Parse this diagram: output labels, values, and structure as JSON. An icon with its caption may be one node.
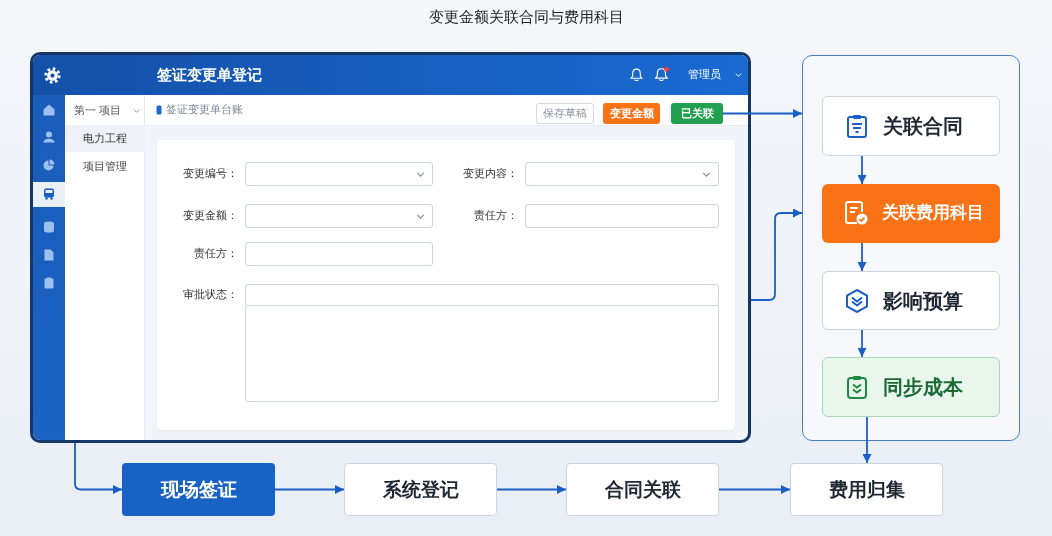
{
  "diagram": {
    "title": "变更金额关联合同与费用科目",
    "nodes": [
      {
        "text": [
          "签证变更单登记"
        ]
      },
      {
        "text": [
          "电力工程"
        ],
        "in": 0
      },
      {
        "text": [
          "保存草稿"
        ],
        "in": 0
      },
      {
        "text": [
          "变更金额"
        ],
        "in": 0
      },
      {
        "text": [
          "已关联"
        ],
        "in": 0
      },
      {
        "text": [],
        "shape": "box"
      },
      {
        "text": [
          "关联合同"
        ],
        "in": 5
      },
      {
        "text": [
          "关联费用科目"
        ],
        "in": 5
      },
      {
        "text": [
          "影响预算"
        ],
        "in": 5
      },
      {
        "text": [
          "同步成本"
        ],
        "in": 5
      },
      {
        "text": [
          "现场签证"
        ]
      },
      {
        "text": [
          "系统登记"
        ]
      },
      {
        "text": [
          "合同关联"
        ]
      },
      {
        "text": [
          "费用归集"
        ]
      }
    ],
    "edges": [
      {
        "from": 4,
        "to": 5,
        "arrow": "to"
      },
      {
        "from": 0,
        "to": 5,
        "arrow": "to"
      },
      {
        "from": 6,
        "to": 7,
        "arrow": "to"
      },
      {
        "from": 7,
        "to": 8,
        "arrow": "to"
      },
      {
        "from": 8,
        "to": 9,
        "arrow": "to"
      },
      {
        "from": 9,
        "to": 13,
        "arrow": "to"
      },
      {
        "from": 0,
        "to": 10,
        "arrow": "to"
      },
      {
        "from": 10,
        "to": 11,
        "arrow": "to"
      },
      {
        "from": 11,
        "to": 12,
        "arrow": "to"
      },
      {
        "from": 12,
        "to": 13,
        "arrow": "to"
      }
    ],
    "labels": [
      "管理员",
      "第一 项目",
      "项目管理",
      "签证变更单台账",
      "变更编号：",
      "变更内容：",
      "变更金额：",
      "责任方：",
      "责任方：",
      "审批状态："
    ]
  }
}
